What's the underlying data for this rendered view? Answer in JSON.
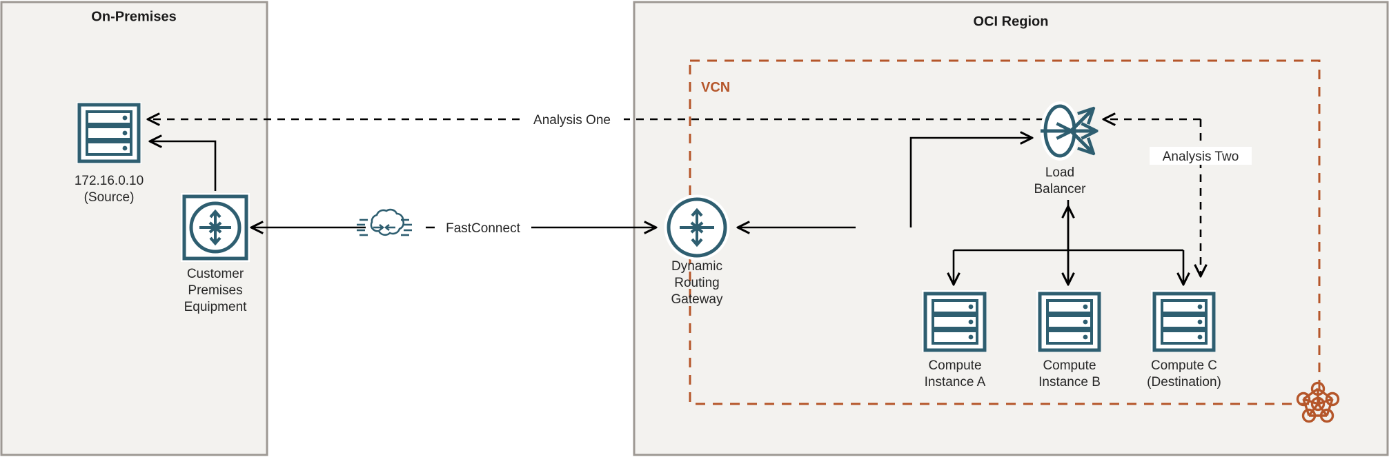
{
  "zones": [
    {
      "id": "on-premises",
      "title": "On-Premises"
    },
    {
      "id": "oci-region",
      "title": "OCI Region"
    }
  ],
  "vcn": {
    "label": "VCN",
    "border_color": "#b5562a",
    "badge_name": "vcn-network-badge"
  },
  "nodes": {
    "source_server": {
      "icon": "server-icon",
      "label_line1": "172.16.0.10",
      "label_line2": "(Source)"
    },
    "cpe": {
      "icon": "router-icon",
      "label_line1": "Customer",
      "label_line2": "Premises",
      "label_line3": "Equipment"
    },
    "fastconnect": {
      "icon": "fastconnect-cloud-icon",
      "label": "FastConnect"
    },
    "drg": {
      "icon": "dynamic-routing-gateway-icon",
      "label_line1": "Dynamic",
      "label_line2": "Routing",
      "label_line3": "Gateway"
    },
    "load_balancer": {
      "icon": "load-balancer-icon",
      "label_line1": "Load",
      "label_line2": "Balancer"
    },
    "compute_a": {
      "icon": "server-icon",
      "label_line1": "Compute",
      "label_line2": "Instance A"
    },
    "compute_b": {
      "icon": "server-icon",
      "label_line1": "Compute",
      "label_line2": "Instance B"
    },
    "compute_c": {
      "icon": "server-icon",
      "label_line1": "Compute C",
      "label_line2": "(Destination)"
    }
  },
  "flows": {
    "analysis_one": {
      "label": "Analysis One",
      "style": "dashed"
    },
    "analysis_two": {
      "label": "Analysis Two",
      "style": "dashed"
    }
  },
  "colors": {
    "zone_fill": "#f3f2ef",
    "zone_border": "#9d9893",
    "icon_teal": "#2e5e70",
    "vcn_orange": "#b5562a",
    "flow_black": "#000000"
  }
}
